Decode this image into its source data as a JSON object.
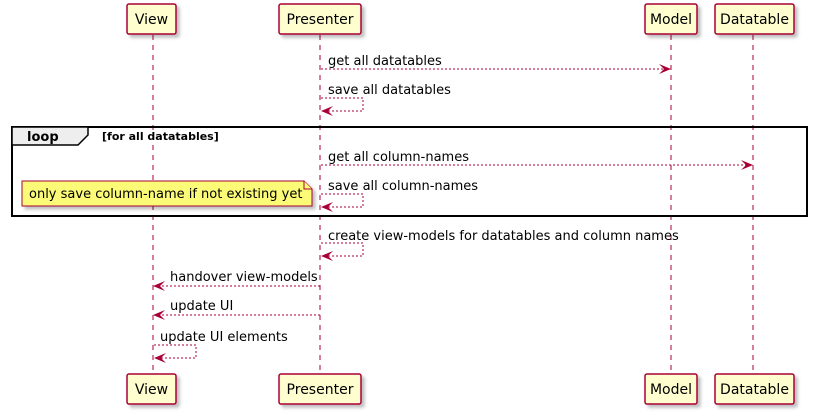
{
  "participants": [
    {
      "id": "view",
      "label": "View"
    },
    {
      "id": "presenter",
      "label": "Presenter"
    },
    {
      "id": "model",
      "label": "Model"
    },
    {
      "id": "datatable",
      "label": "Datatable"
    }
  ],
  "messages": [
    {
      "from": "presenter",
      "to": "model",
      "label": "get all datatables"
    },
    {
      "from": "presenter",
      "to": "presenter",
      "label": "save all datatables"
    },
    {
      "from": "presenter",
      "to": "datatable",
      "label": "get all column-names"
    },
    {
      "from": "presenter",
      "to": "presenter",
      "label": "save all column-names"
    },
    {
      "from": "presenter",
      "to": "presenter",
      "label": "create view-models for datatables and column names"
    },
    {
      "from": "presenter",
      "to": "view",
      "label": "handover view-models"
    },
    {
      "from": "presenter",
      "to": "view",
      "label": "update UI"
    },
    {
      "from": "view",
      "to": "view",
      "label": "update UI elements"
    }
  ],
  "loop": {
    "keyword": "loop",
    "condition": "[for all datatables]"
  },
  "note": {
    "text": "only save column-name if not existing yet"
  },
  "colors": {
    "line": "#A80036",
    "participant_fill": "#FEFECE",
    "note_fill": "#FBFB77"
  }
}
